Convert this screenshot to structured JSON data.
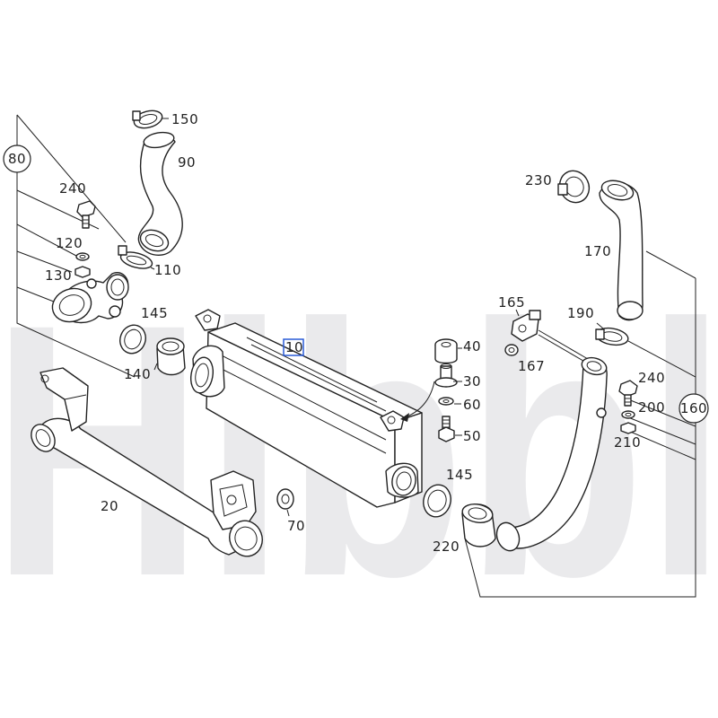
{
  "watermark": {
    "text": "Hibbl"
  },
  "callouts": {
    "c10": "10",
    "c20": "20",
    "c30": "30",
    "c40": "40",
    "c50": "50",
    "c60": "60",
    "c70": "70",
    "c80": "80",
    "c90": "90",
    "c110": "110",
    "c120": "120",
    "c130": "130",
    "c140": "140",
    "c145a": "145",
    "c145b": "145",
    "c150": "150",
    "c160": "160",
    "c165": "165",
    "c167": "167",
    "c170": "170",
    "c190": "190",
    "c200": "200",
    "c210": "210",
    "c220": "220",
    "c230": "230",
    "c240a": "240",
    "c240b": "240"
  },
  "highlight": {
    "selected_callout": "10",
    "color": "#2a5bd7"
  }
}
